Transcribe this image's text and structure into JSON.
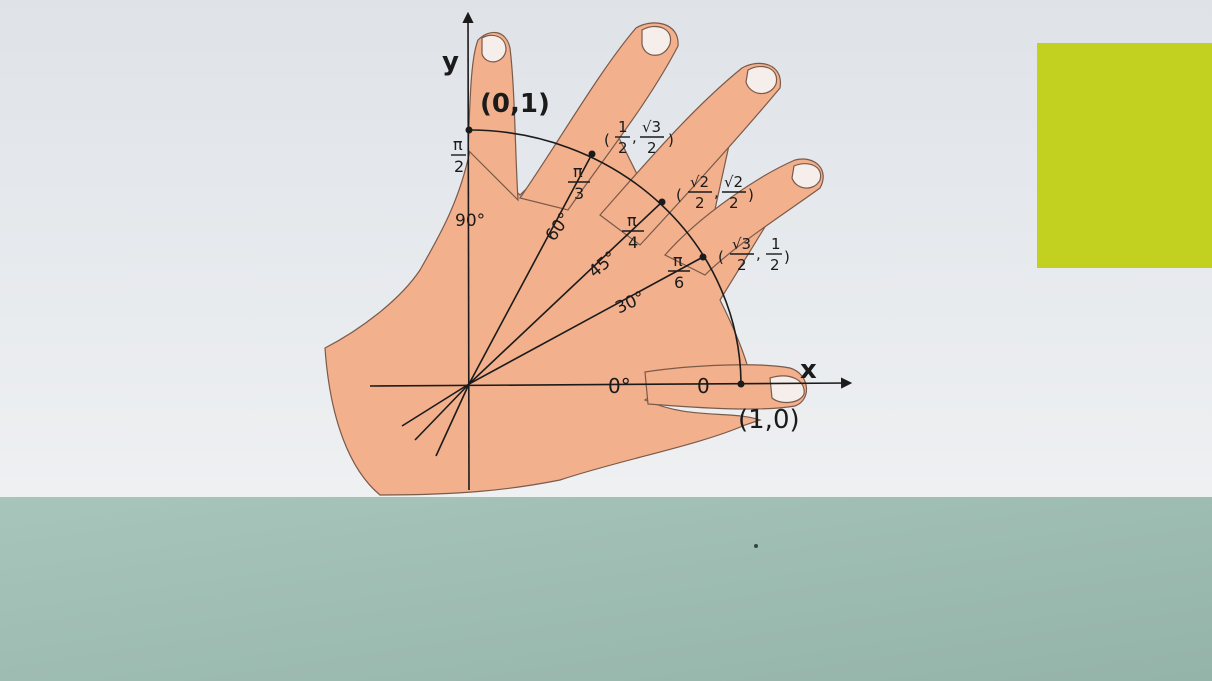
{
  "colors": {
    "wall": "#e7eaee",
    "floor": "#9fbdb3",
    "sticky_note": "#c2d120",
    "skin": "#f2b08c",
    "skin_outline": "#7a5a4a",
    "ink": "#1b1b1b"
  },
  "axes": {
    "x_label": "x",
    "y_label": "y"
  },
  "points": {
    "top": "(0,1)",
    "right": "(1,0)",
    "p60": {
      "open": "(",
      "a_num": "1",
      "a_den": "2",
      "sep": ",",
      "b_num": "√3",
      "b_den": "2",
      "close": ")"
    },
    "p45": {
      "open": "(",
      "a_num": "√2",
      "a_den": "2",
      "sep": ",",
      "b_num": "√2",
      "b_den": "2",
      "close": ")"
    },
    "p30": {
      "open": "(",
      "a_num": "√3",
      "a_den": "2",
      "sep": ",",
      "b_num": "1",
      "b_den": "2",
      "close": ")"
    }
  },
  "angles": {
    "deg90": "90°",
    "deg60": "60°",
    "deg45": "45°",
    "deg30": "30°",
    "deg0": "0°",
    "rad0": "0",
    "rad90": {
      "num": "π",
      "den": "2"
    },
    "rad60": {
      "num": "π",
      "den": "3"
    },
    "rad45": {
      "num": "π",
      "den": "4"
    },
    "rad30": {
      "num": "π",
      "den": "6"
    }
  }
}
